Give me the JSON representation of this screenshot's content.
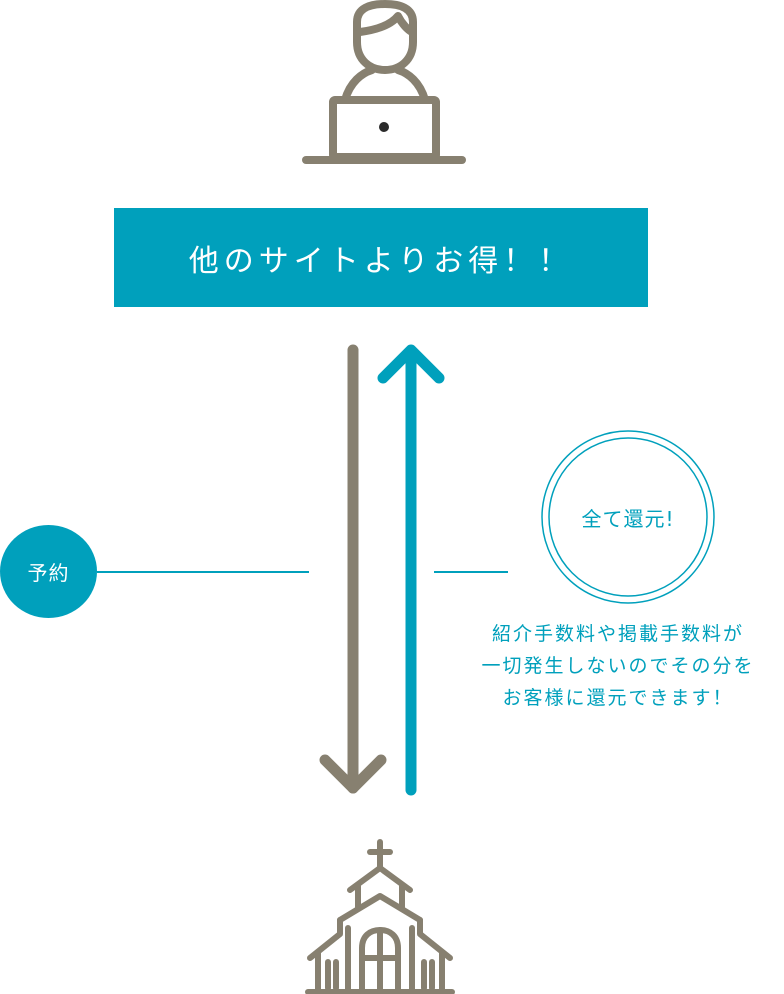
{
  "banner": {
    "text": "他のサイトよりお得！！"
  },
  "reserve": {
    "label": "予約"
  },
  "refund": {
    "badge": "全て還元!",
    "description": [
      "紹介手数料や掲載手数料が",
      "一切発生しないのでその分を",
      "お客様に還元できます！"
    ]
  },
  "colors": {
    "accent": "#00a0bc",
    "neutral": "#878070"
  },
  "icons": {
    "top": "person-at-laptop-icon",
    "bottom": "chapel-icon",
    "down_arrow": "arrow-down-icon",
    "up_arrow": "arrow-up-icon"
  }
}
